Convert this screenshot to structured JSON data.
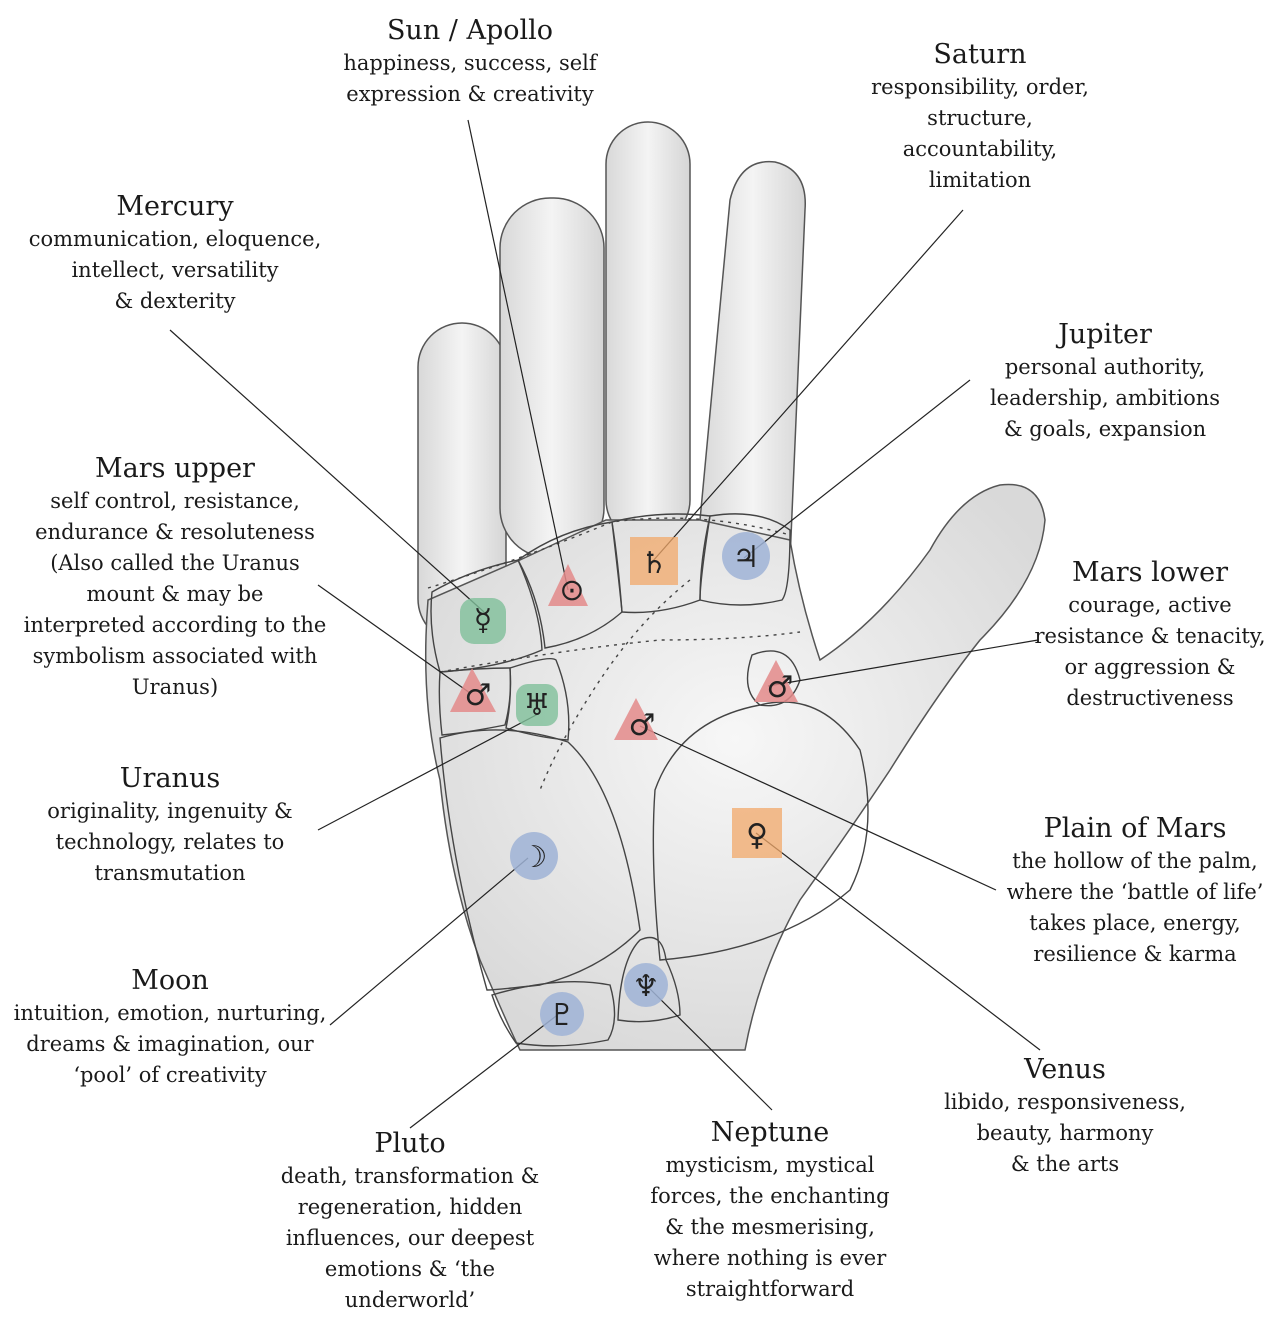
{
  "colors": {
    "hand_fill": "#e4e4e4",
    "hand_stroke": "#555555",
    "mars_red": "#e38a8a",
    "uranus_green": "#7fbf9a",
    "moon_blue": "#9fb3d6",
    "saturn_orange": "#f2a86a",
    "leader_line": "#222222"
  },
  "mounts": [
    {
      "id": "sun",
      "title": "Sun / Apollo",
      "desc": "happiness, success, self\nexpression & creativity",
      "symbol": "⊙",
      "icon": "sun-symbol-icon",
      "color": "mars_red"
    },
    {
      "id": "saturn",
      "title": "Saturn",
      "desc": "responsibility, order,\nstructure,\naccountability,\nlimitation",
      "symbol": "♄",
      "icon": "saturn-symbol-icon",
      "color": "saturn_orange"
    },
    {
      "id": "mercury",
      "title": "Mercury",
      "desc": "communication, eloquence,\nintellect, versatility\n& dexterity",
      "symbol": "☿",
      "icon": "mercury-symbol-icon",
      "color": "uranus_green"
    },
    {
      "id": "jupiter",
      "title": "Jupiter",
      "desc": "personal authority,\nleadership, ambitions\n& goals, expansion",
      "symbol": "♃",
      "icon": "jupiter-symbol-icon",
      "color": "moon_blue"
    },
    {
      "id": "mars-upper",
      "title": "Mars upper",
      "desc": "self control, resistance,\nendurance & resoluteness\n(Also called the Uranus\nmount & may be\ninterpreted according to the\nsymbolism associated with\nUranus)",
      "symbol": "♂",
      "icon": "mars-upper-symbol-icon",
      "color": "mars_red"
    },
    {
      "id": "mars-lower",
      "title": "Mars lower",
      "desc": "courage, active\nresistance & tenacity,\nor aggression &\ndestructiveness",
      "symbol": "♂",
      "icon": "mars-lower-symbol-icon",
      "color": "mars_red"
    },
    {
      "id": "uranus",
      "title": "Uranus",
      "desc": "originality, ingenuity &\ntechnology, relates to\ntransmutation",
      "symbol": "♅",
      "icon": "uranus-symbol-icon",
      "color": "uranus_green"
    },
    {
      "id": "plain-of-mars",
      "title": "Plain of Mars",
      "desc": "the hollow of the palm,\nwhere the ‘battle of life’\ntakes place, energy,\nresilience & karma",
      "symbol": "♂",
      "icon": "plain-of-mars-symbol-icon",
      "color": "mars_red"
    },
    {
      "id": "moon",
      "title": "Moon",
      "desc": "intuition, emotion, nurturing,\ndreams & imagination, our\n‘pool’ of creativity",
      "symbol": "☽",
      "icon": "moon-symbol-icon",
      "color": "moon_blue"
    },
    {
      "id": "venus",
      "title": "Venus",
      "desc": "libido, responsiveness,\nbeauty, harmony\n& the arts",
      "symbol": "♀",
      "icon": "venus-symbol-icon",
      "color": "saturn_orange"
    },
    {
      "id": "pluto",
      "title": "Pluto",
      "desc": "death, transformation &\nregeneration, hidden\ninfluences, our deepest\nemotions & ‘the\nunderworld’",
      "symbol": "♇",
      "icon": "pluto-symbol-icon",
      "color": "moon_blue"
    },
    {
      "id": "neptune",
      "title": "Neptune",
      "desc": "mysticism, mystical\nforces, the enchanting\n& the mesmerising,\nwhere nothing is ever\nstraightforward",
      "symbol": "♆",
      "icon": "neptune-symbol-icon",
      "color": "moon_blue"
    }
  ]
}
